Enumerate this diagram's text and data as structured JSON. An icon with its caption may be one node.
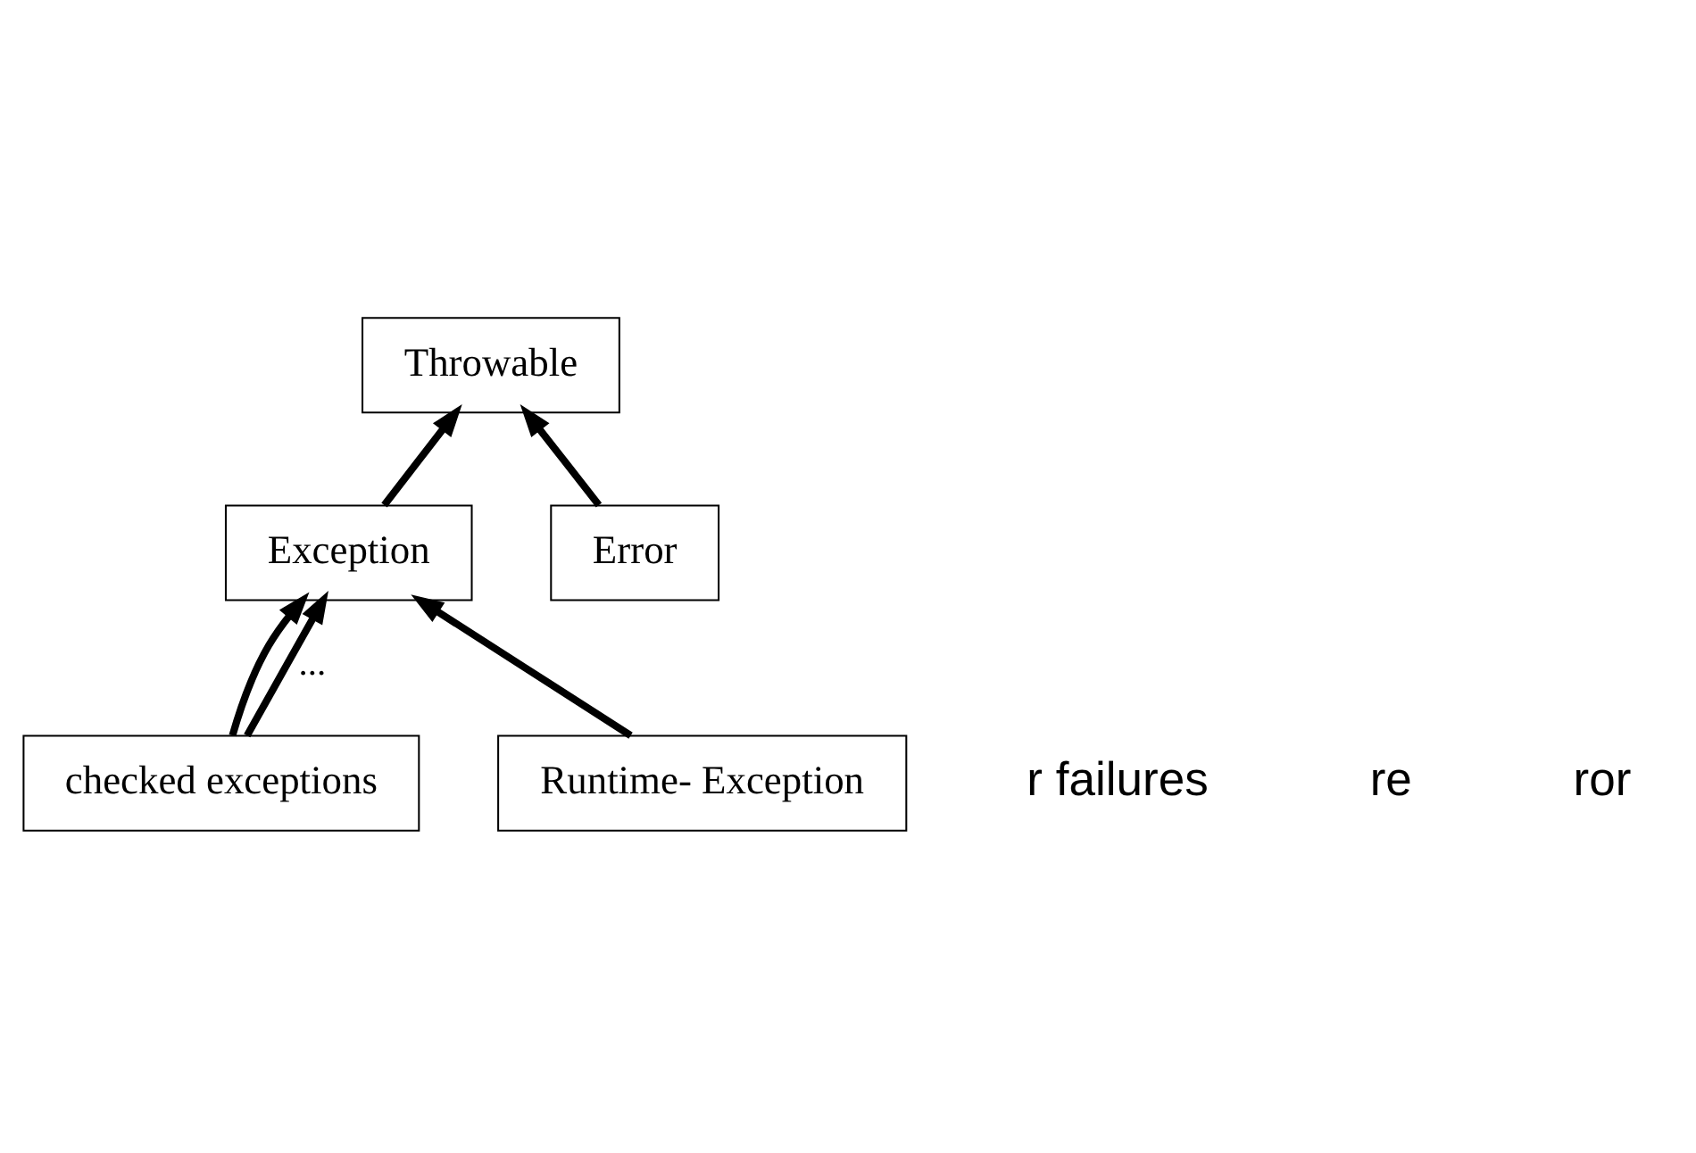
{
  "diagram": {
    "nodes": [
      {
        "text": [
          "Throwable"
        ]
      },
      {
        "text": [
          "Exception"
        ]
      },
      {
        "text": [
          "Error"
        ]
      },
      {
        "text": [
          "checked exceptions"
        ]
      },
      {
        "text": [
          "Runtime- Exception"
        ]
      }
    ],
    "edges": [
      {
        "from": 1,
        "to": 0,
        "arrow": "to"
      },
      {
        "from": 2,
        "to": 0,
        "arrow": "to"
      },
      {
        "from": 3,
        "to": 1,
        "arrow": "to"
      },
      {
        "from": 3,
        "to": 1,
        "arrow": "to",
        "label": "..."
      },
      {
        "from": 4,
        "to": 1,
        "arrow": "to"
      }
    ],
    "labels": [
      "r failures",
      "re",
      "ror"
    ]
  }
}
